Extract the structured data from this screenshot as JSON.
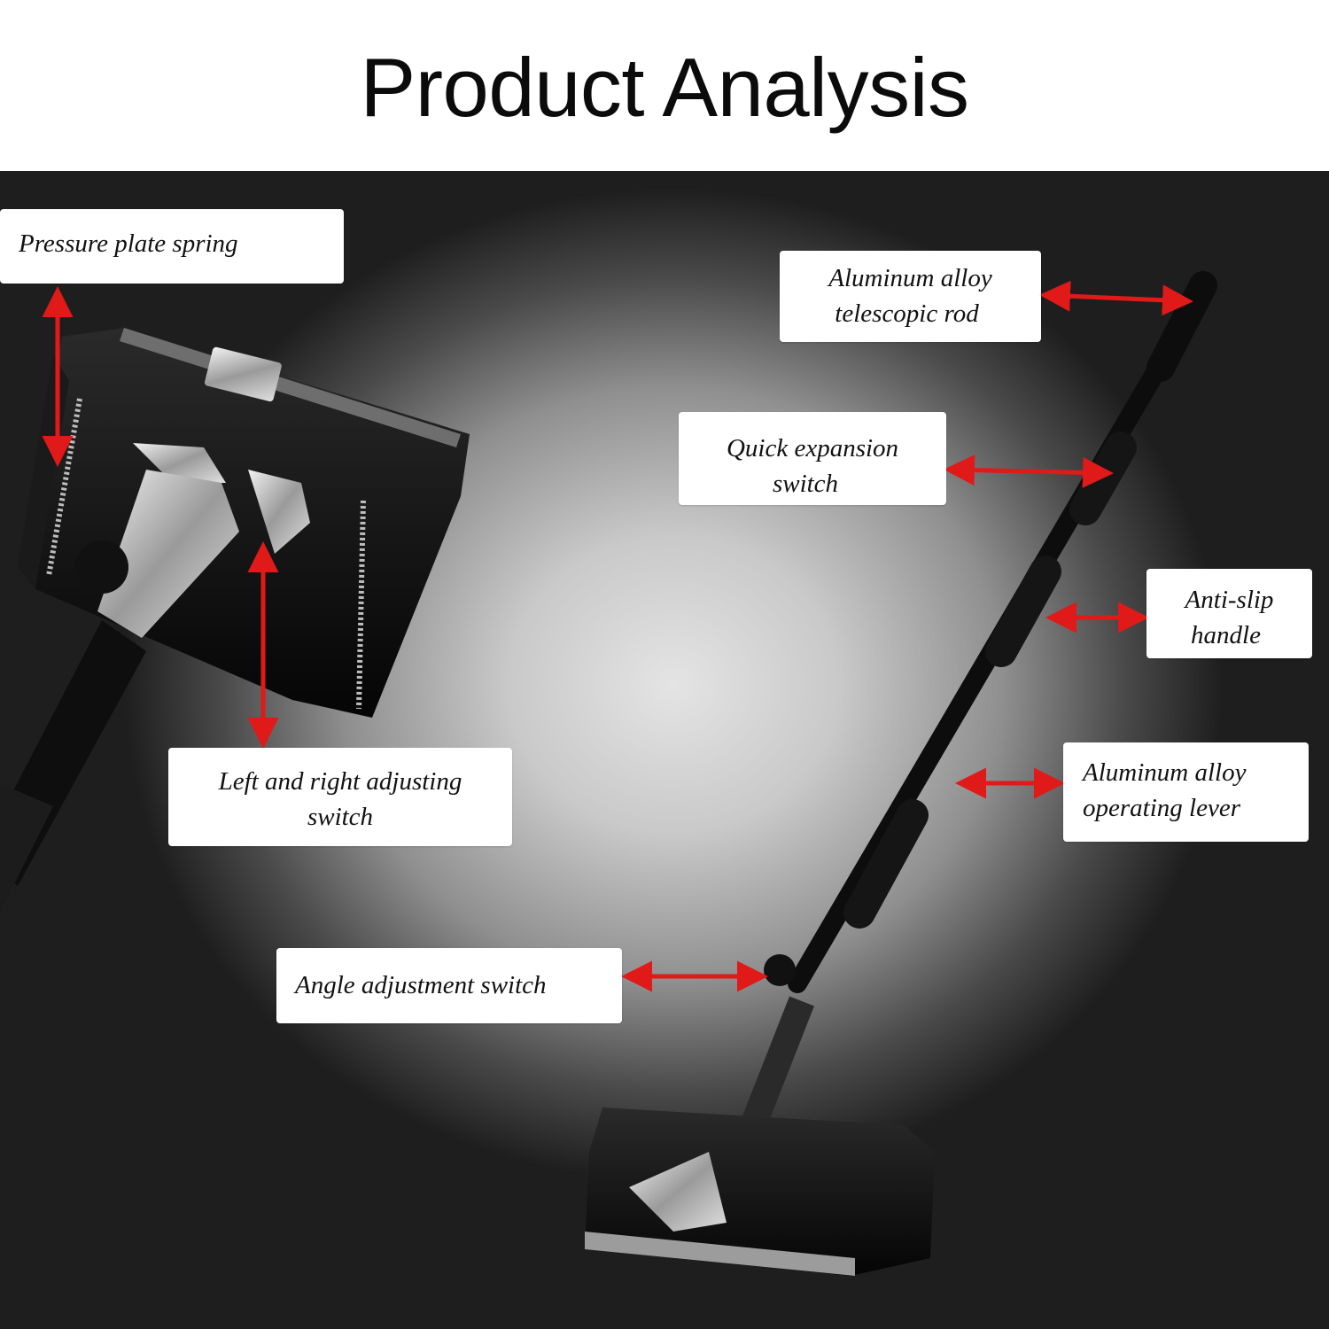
{
  "header": {
    "title": "Product Analysis"
  },
  "labels": {
    "pressure_plate_spring": "Pressure plate spring",
    "telescopic_rod": {
      "line1": "Aluminum alloy",
      "line2": "telescopic rod"
    },
    "quick_expansion": {
      "line1": "Quick expansion",
      "line2": "switch"
    },
    "anti_slip": {
      "line1": "Anti-slip",
      "line2": "handle"
    },
    "left_right": {
      "line1": "Left and right adjusting",
      "line2": "switch"
    },
    "operating_lever": {
      "line1": "Aluminum alloy",
      "line2": "operating lever"
    },
    "angle_adjustment": "Angle adjustment switch"
  },
  "colors": {
    "arrow": "#e01919",
    "background_dark": "#1e1e1e",
    "background_light": "#e4e4e4",
    "tool": "#0d0d0d",
    "metal": "#c8c8c8"
  }
}
